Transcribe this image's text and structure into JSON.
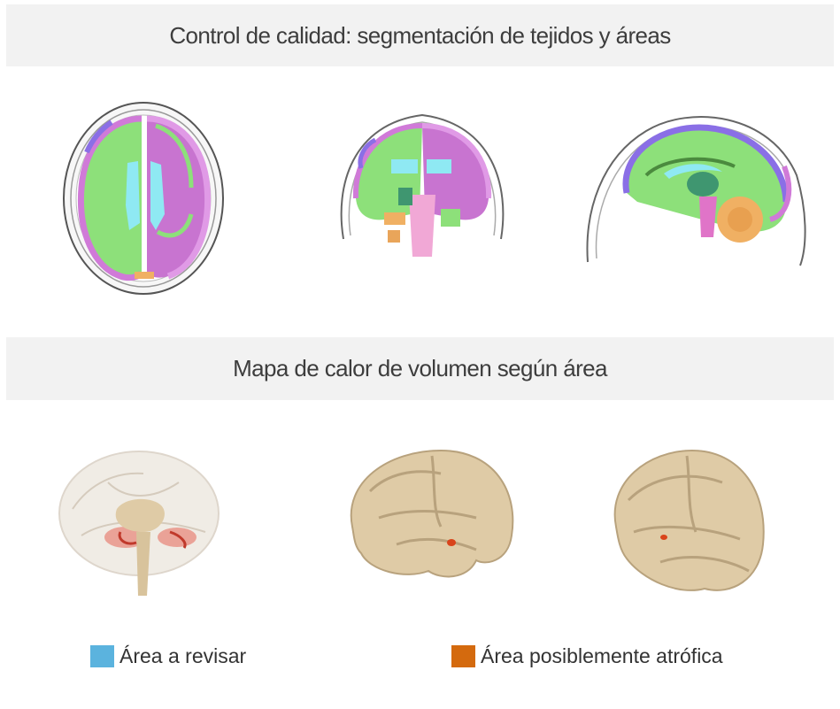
{
  "sections": {
    "qc_title": "Control de calidad: segmentación de tejidos y áreas",
    "heatmap_title": "Mapa de calor de volumen según área"
  },
  "legend": [
    {
      "label": "Área a revisar",
      "color": "#5bb3de"
    },
    {
      "label": "Área posiblemente atrófica",
      "color": "#d46a0e"
    }
  ],
  "colors": {
    "header_bg": "#f2f2f2",
    "brain_tan": "#dfcba6",
    "seg_green": "#8de07a",
    "seg_magenta": "#d07ad8",
    "seg_cyan": "#8fe9f3",
    "seg_purple": "#8a6fe6",
    "seg_orange": "#f0b063"
  }
}
